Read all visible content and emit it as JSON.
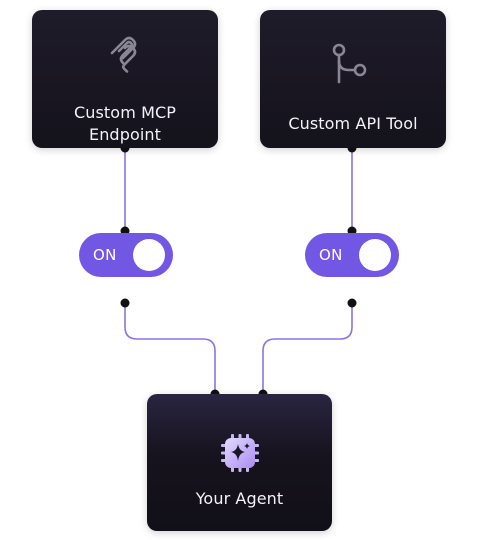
{
  "nodes": {
    "mcp": {
      "label_line1": "Custom MCP",
      "label_line2": "Endpoint",
      "icon": "mcp-icon"
    },
    "api": {
      "label": "Custom API Tool",
      "icon": "git-branch-icon"
    },
    "agent": {
      "label": "Your Agent",
      "icon": "ai-chip-sparkle-icon"
    }
  },
  "toggles": {
    "left": {
      "label": "ON",
      "state": "on"
    },
    "right": {
      "label": "ON",
      "state": "on"
    }
  },
  "colors": {
    "card_bg": "#17141f",
    "accent": "#7257e5",
    "wire": "#8b72e6",
    "connector_dot": "#111111",
    "icon_gray": "#8a8693",
    "agent_icon_bg": "#c6b7f2"
  }
}
